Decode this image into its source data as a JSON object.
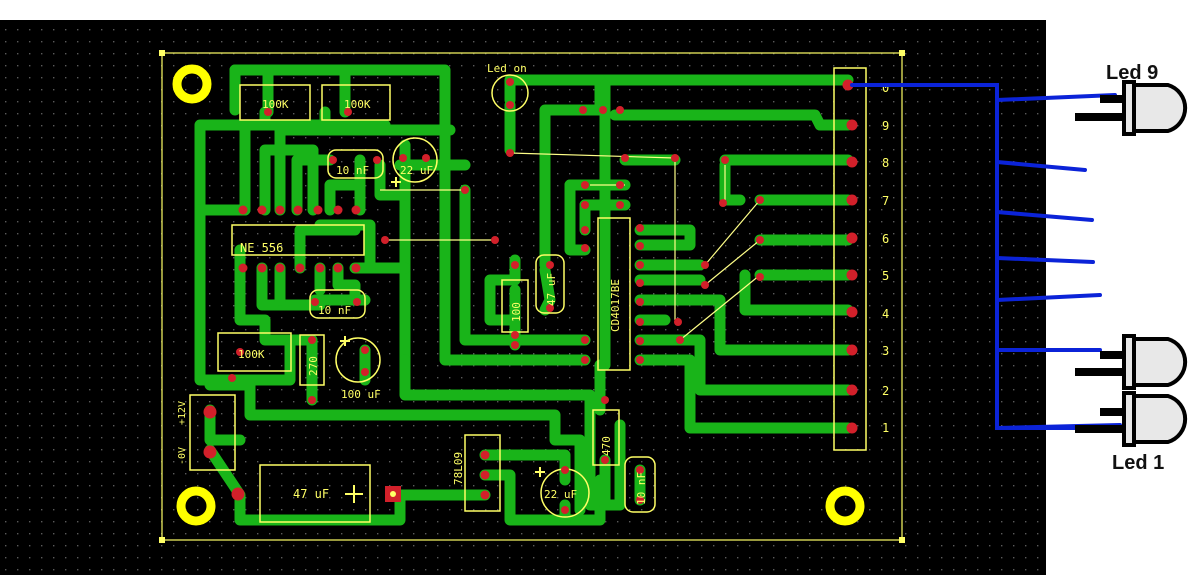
{
  "colors": {
    "board": "#000000",
    "dot": "#5a5a5a",
    "trace": "#19b419",
    "silkscreen": "#ffff66",
    "pad": "#d2202a",
    "wire": "#0b23d8",
    "led_label": "#111111"
  },
  "components": {
    "r1": "100K",
    "r2": "100K",
    "r3": "100K",
    "r_led": "100",
    "r_270": "270",
    "r_470": "470",
    "c_10nf_a": "10 nF",
    "c_10nf_b": "10 nF",
    "c_10nf_c": "10 nF",
    "c_22uf_a": "22 uF",
    "c_22uf_b": "22 uF",
    "c_47uf_a": "47 uF",
    "c_47uf_main": "47 uF",
    "c_100uf": "100 uF",
    "ic_timer": "NE 556",
    "ic_counter": "CD4017BE",
    "regulator": "78L09",
    "led_on": "Led on",
    "power_0v": "-0V",
    "power_12v": "+12V"
  },
  "connector": {
    "pins": [
      "0",
      "9",
      "8",
      "7",
      "6",
      "5",
      "4",
      "3",
      "2",
      "1"
    ]
  },
  "leds": {
    "top": "Led 9",
    "bottom": "Led 1"
  }
}
